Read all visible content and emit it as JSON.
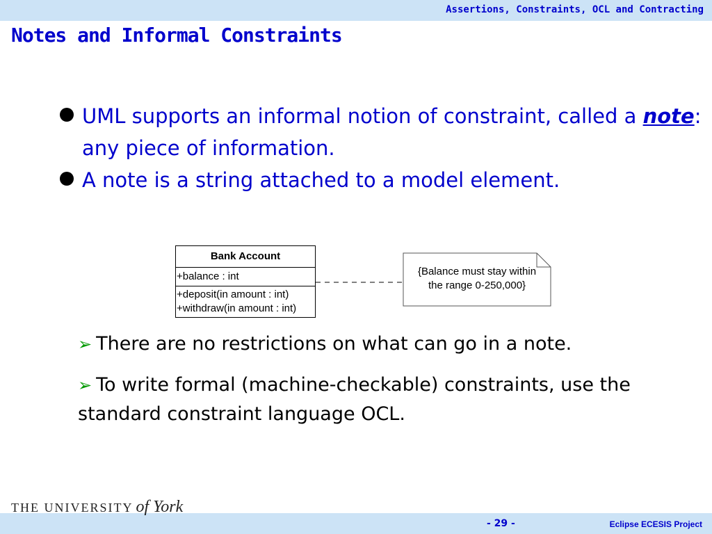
{
  "header": {
    "deck_title": "Assertions, Constraints, OCL and Contracting"
  },
  "slide": {
    "title": "Notes and Informal Constraints",
    "bullets": [
      {
        "prefix": "UML supports an informal notion of constraint, called a ",
        "emphasis": "note",
        "suffix": ": any piece of information."
      },
      {
        "text": "A note is a string attached to a model element."
      }
    ],
    "diagram": {
      "class_name": "Bank Account",
      "attribute": "+balance : int",
      "operations": [
        "+deposit(in amount : int)",
        "+withdraw(in amount : int)"
      ],
      "note_lines": [
        "{Balance must stay within",
        "the range 0-250,000}"
      ]
    },
    "sub_bullets": [
      "There are no restrictions on what can go in a note.",
      "To write formal (machine-checkable) constraints, use the standard constraint language OCL."
    ]
  },
  "footer": {
    "logo_caps": "THE UNIVERSITY",
    "logo_script": "of York",
    "page_number": "- 29 -",
    "project": "Eclipse ECESIS Project"
  },
  "colors": {
    "band": "#cce3f6",
    "title_blue": "#0000cc",
    "arrow_green": "#009900"
  },
  "icons": {
    "bullet": "filled-circle-icon",
    "sub_bullet": "arrowhead-icon"
  }
}
